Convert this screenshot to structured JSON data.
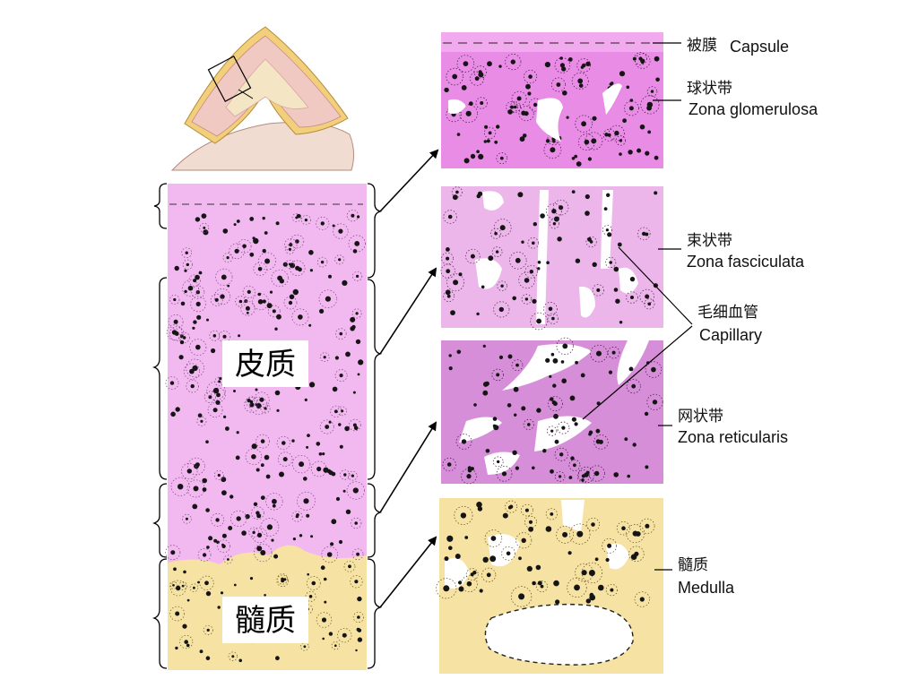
{
  "colors": {
    "cortex": "#f2b8f0",
    "glomerulosa": "#e98ce6",
    "fasciculata": "#ecb6ea",
    "reticularis": "#d68ed8",
    "medulla": "#f6e3a4",
    "nucleus": "#151515",
    "gland_tissue": "#f1c9c3",
    "gland_capsule": "#f2cf7a"
  },
  "labels": {
    "cortex_big": "皮质",
    "medulla_big": "髓质"
  },
  "zones": [
    {
      "id": "capsule",
      "cn": "被膜",
      "en": "Capsule"
    },
    {
      "id": "glomerulosa",
      "cn": "球状带",
      "en": "Zona glomerulosa"
    },
    {
      "id": "fasciculata",
      "cn": "束状带",
      "en": "Zona fasciculata"
    },
    {
      "id": "capillary",
      "cn": "毛细血管",
      "en": "Capillary"
    },
    {
      "id": "reticularis",
      "cn": "网状带",
      "en": "Zona reticularis"
    },
    {
      "id": "medulla",
      "cn": "髓质",
      "en": "Medulla"
    }
  ]
}
